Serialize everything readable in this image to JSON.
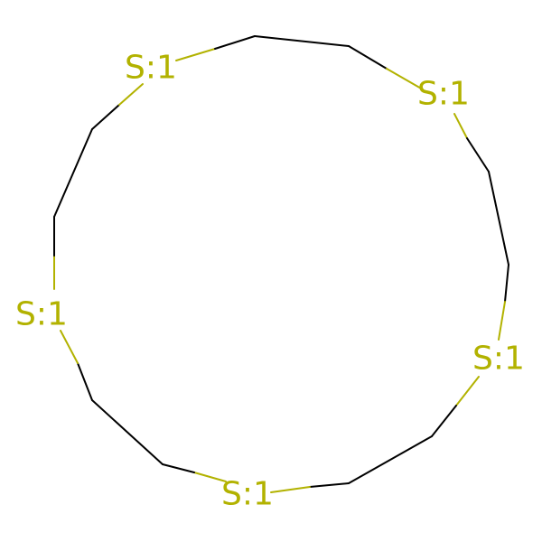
{
  "molecule": {
    "atoms": [
      {
        "element": "S",
        "label": "S:1"
      },
      {
        "element": "C",
        "label": ""
      },
      {
        "element": "C",
        "label": ""
      },
      {
        "element": "S",
        "label": "S:1"
      },
      {
        "element": "C",
        "label": ""
      },
      {
        "element": "C",
        "label": ""
      },
      {
        "element": "S",
        "label": "S:1"
      },
      {
        "element": "C",
        "label": ""
      },
      {
        "element": "C",
        "label": ""
      },
      {
        "element": "S",
        "label": "S:1"
      },
      {
        "element": "C",
        "label": ""
      },
      {
        "element": "C",
        "label": ""
      },
      {
        "element": "S",
        "label": "S:1"
      },
      {
        "element": "C",
        "label": ""
      },
      {
        "element": "C",
        "label": ""
      }
    ],
    "colors": {
      "sulfur": "#b2b200",
      "carbon_bond": "#000000"
    }
  }
}
